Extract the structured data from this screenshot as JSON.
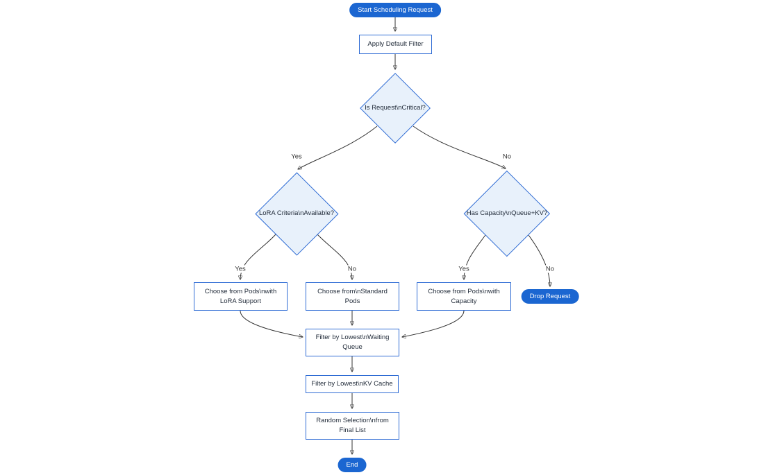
{
  "colors": {
    "accent": "#1b66d1",
    "node-border": "#2e6bd4",
    "diamond-fill": "#e8f1fb",
    "edge": "#333333",
    "text": "#1f2937"
  },
  "nodes": {
    "start": "Start Scheduling Request",
    "apply_filter": "Apply Default Filter",
    "is_critical": "Is Request\\nCritical?",
    "lora_criteria": "LoRA Criteria\\nAvailable?",
    "has_capacity": "Has Capacity\\nQueue+KV?",
    "choose_lora_pods": "Choose from Pods\\nwith LoRA Support",
    "choose_standard_pods": "Choose from\\nStandard Pods",
    "choose_capacity_pods": "Choose from Pods\\nwith Capacity",
    "drop_request": "Drop Request",
    "filter_waiting_queue": "Filter by Lowest\\nWaiting Queue",
    "filter_kv_cache": "Filter by Lowest\\nKV Cache",
    "random_selection": "Random Selection\\nfrom Final List",
    "end": "End"
  },
  "edge_labels": {
    "critical_yes": "Yes",
    "critical_no": "No",
    "lora_yes": "Yes",
    "lora_no": "No",
    "capacity_yes": "Yes",
    "capacity_no": "No"
  }
}
